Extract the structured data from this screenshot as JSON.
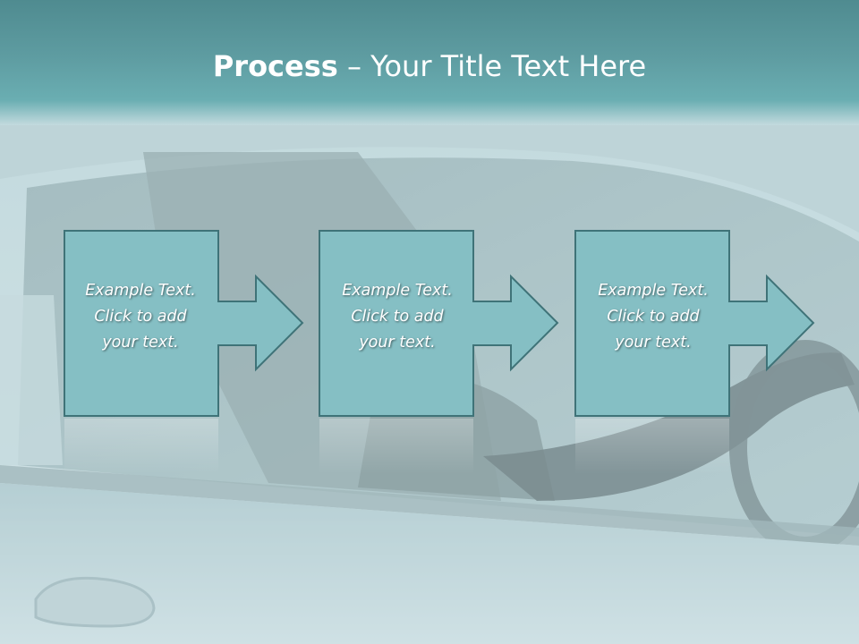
{
  "slide": {
    "title_bold": "Process",
    "title_rest": " – Your Title Text Here"
  },
  "steps": [
    {
      "lines": [
        "Example Text.",
        "Click  to add",
        "your text."
      ]
    },
    {
      "lines": [
        "Example Text.",
        "Click  to add",
        "your text."
      ]
    },
    {
      "lines": [
        "Example Text.",
        "Click  to add",
        "your text."
      ]
    }
  ],
  "colors": {
    "title_band": "#5e9ca1",
    "step_fill": "#85bfc4",
    "step_stroke": "#3f7378",
    "text": "#ffffff"
  }
}
